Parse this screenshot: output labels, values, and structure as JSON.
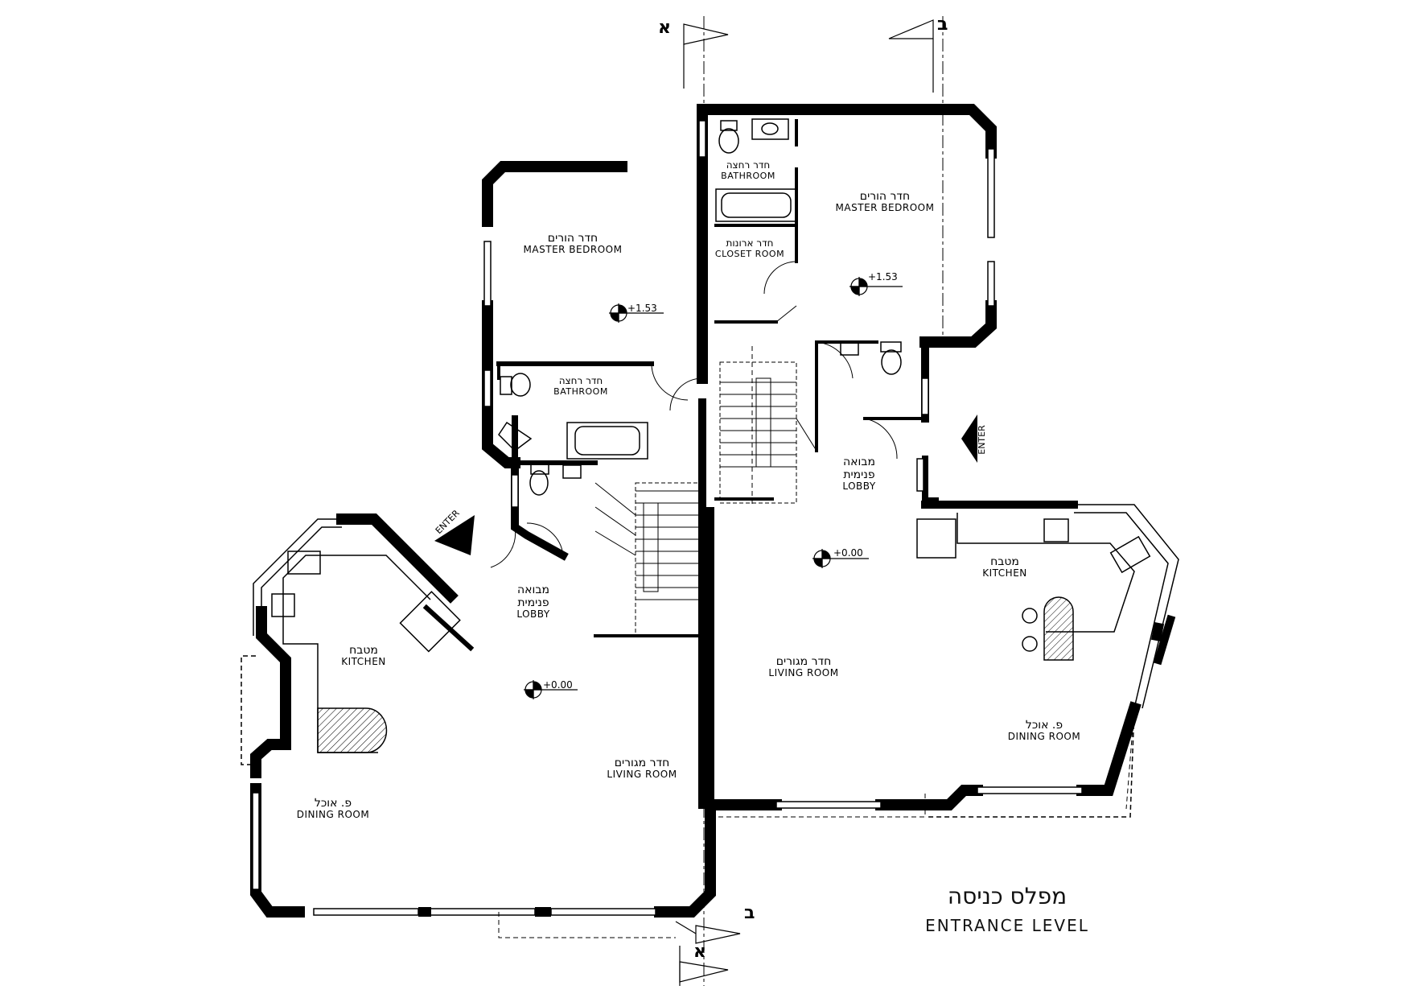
{
  "title": {
    "hebrew": "מפלס כניסה",
    "english": "ENTRANCE LEVEL"
  },
  "section_marks": {
    "a": "א",
    "b": "ב"
  },
  "enter_label": "ENTER",
  "elevations": {
    "upper": "+1.53",
    "ground": "+0.00"
  },
  "rooms": {
    "left_master_bedroom": {
      "he": "חדר הורים",
      "en": "MASTER BEDROOM"
    },
    "left_bathroom": {
      "he": "חדר רחצה",
      "en": "BATHROOM"
    },
    "left_lobby": {
      "he1": "מבואה",
      "he2": "פנימית",
      "en": "LOBBY"
    },
    "left_kitchen": {
      "he": "מטבח",
      "en": "KITCHEN"
    },
    "left_living_room": {
      "he": "חדר מגורים",
      "en": "LIVING ROOM"
    },
    "left_dining_room": {
      "he": "פ. אוכל",
      "en": "DINING ROOM"
    },
    "right_bathroom": {
      "he": "חדר רחצה",
      "en": "BATHROOM"
    },
    "right_master_bedroom": {
      "he": "חדר הורים",
      "en": "MASTER BEDROOM"
    },
    "right_closet_room": {
      "he": "חדר ארונות",
      "en": "CLOSET ROOM"
    },
    "right_lobby": {
      "he1": "מבואה",
      "he2": "פנימית",
      "en": "LOBBY"
    },
    "right_kitchen": {
      "he": "מטבח",
      "en": "KITCHEN"
    },
    "right_living_room": {
      "he": "חדר מגורים",
      "en": "LIVING ROOM"
    },
    "right_dining_room": {
      "he": "פ. אוכל",
      "en": "DINING ROOM"
    }
  }
}
